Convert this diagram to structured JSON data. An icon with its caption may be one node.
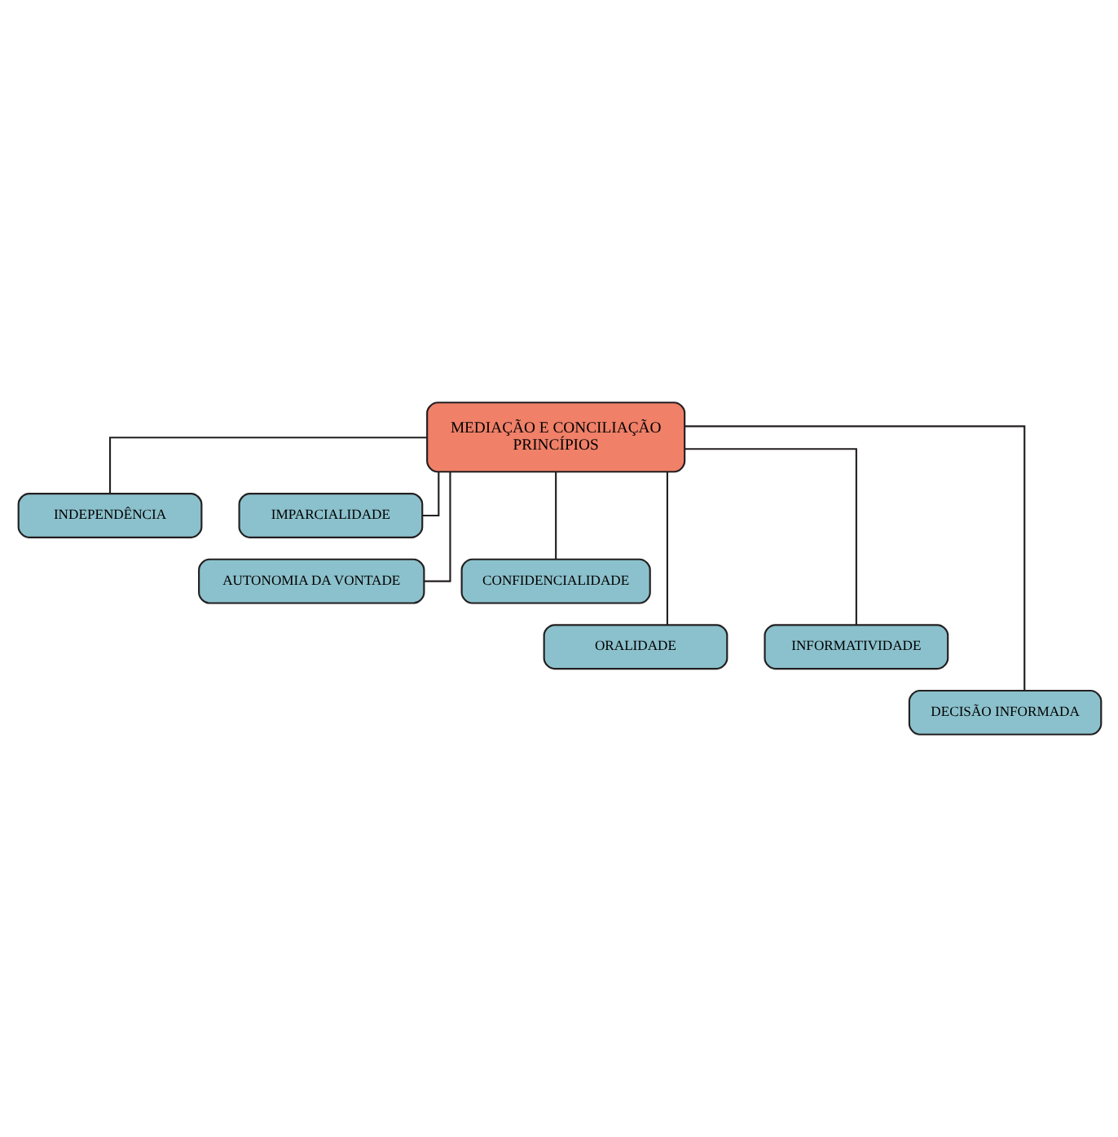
{
  "diagram": {
    "nodes": [
      {
        "text": [
          "MEDIAÇÃO E CONCILIAÇÃO",
          "PRINCÍPIOS"
        ]
      },
      {
        "text": [
          "INDEPENDÊNCIA"
        ]
      },
      {
        "text": [
          "IMPARCIALIDADE"
        ]
      },
      {
        "text": [
          "AUTONOMIA DA VONTADE"
        ]
      },
      {
        "text": [
          "CONFIDENCIALIDADE"
        ]
      },
      {
        "text": [
          "ORALIDADE"
        ]
      },
      {
        "text": [
          "INFORMATIVIDADE"
        ]
      },
      {
        "text": [
          "DECISÃO INFORMADA"
        ]
      }
    ],
    "edges": [
      {
        "from": 0,
        "to": 1,
        "arrow": "none"
      },
      {
        "from": 0,
        "to": 2,
        "arrow": "none"
      },
      {
        "from": 0,
        "to": 3,
        "arrow": "none"
      },
      {
        "from": 0,
        "to": 4,
        "arrow": "none"
      },
      {
        "from": 0,
        "to": 5,
        "arrow": "none"
      },
      {
        "from": 0,
        "to": 6,
        "arrow": "none"
      },
      {
        "from": 0,
        "to": 7,
        "arrow": "none"
      }
    ]
  }
}
